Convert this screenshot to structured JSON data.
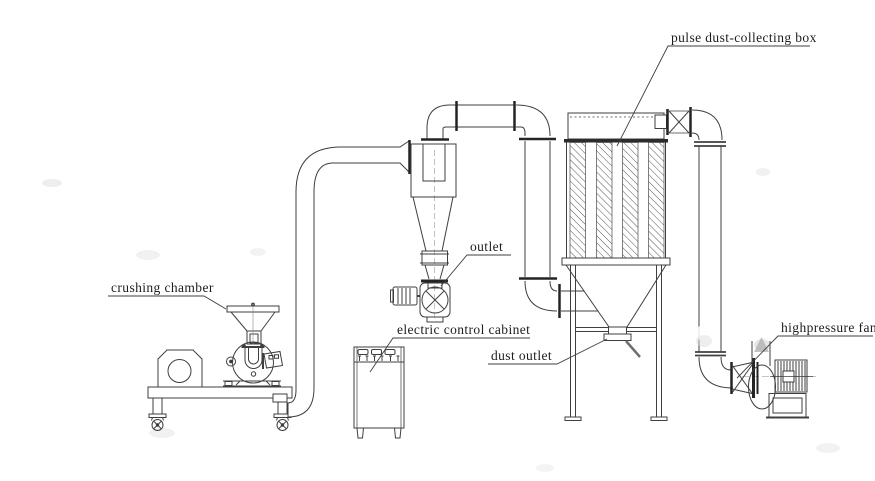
{
  "diagram": {
    "type": "equipment-line-drawing",
    "background": "#ffffff",
    "line_color": "#3f3f3f",
    "hatch_color": "#555555",
    "text_color": "#1c1c1c",
    "labels": {
      "crushing_chamber": "crushing chamber",
      "outlet": "outlet",
      "electric_control_cabinet": "electric control cabinet",
      "dust_outlet": "dust outlet",
      "pulse_dust_collecting_box": "pulse dust-collecting box",
      "highpressure_fan": "highpressure fan"
    },
    "components": [
      {
        "id": "crusher-assembly",
        "label_key": "crushing_chamber"
      },
      {
        "id": "cyclone-separator",
        "label_key": null
      },
      {
        "id": "rotary-valve-outlet",
        "label_key": "outlet"
      },
      {
        "id": "electric-control-cabinet",
        "label_key": "electric_control_cabinet"
      },
      {
        "id": "pulse-dust-collecting-box",
        "label_key": "pulse_dust_collecting_box"
      },
      {
        "id": "dust-outlet-spout",
        "label_key": "dust_outlet"
      },
      {
        "id": "highpressure-fan",
        "label_key": "highpressure_fan"
      }
    ]
  }
}
